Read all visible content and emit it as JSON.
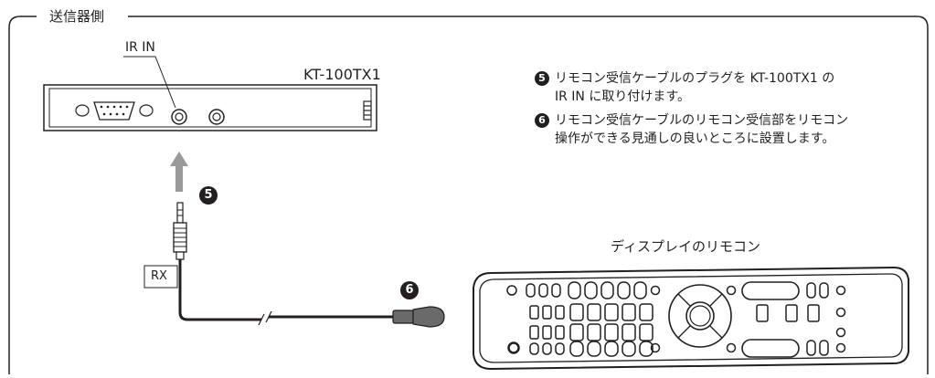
{
  "section_title": "送信器側",
  "device_label": "KT-100TX1",
  "port_label": "IR IN",
  "rx_label": "RX",
  "remote_caption": "ディスプレイのリモコン",
  "steps": [
    {
      "num": "5",
      "line1": "リモコン受信ケーブルのプラグを KT-100TX1 の",
      "line2": "IR IN に取り付けます。"
    },
    {
      "num": "6",
      "line1": "リモコン受信ケーブルのリモコン受信部をリモコン",
      "line2": "操作ができる見通しの良いところに設置します。"
    }
  ],
  "colors": {
    "line": "#231f20",
    "arrow": "#9a9a9a",
    "sensor": "#6a6a6a"
  }
}
